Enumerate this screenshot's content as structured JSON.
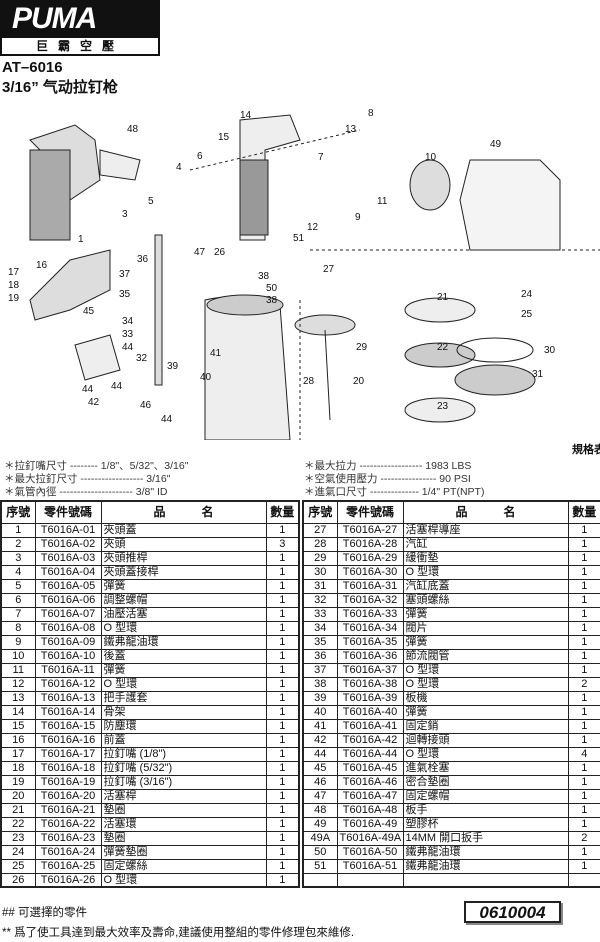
{
  "header": {
    "brand": "PUMA",
    "brand_sub": "巨霸空壓",
    "model": "AT–6016",
    "title": "3/16” 气动拉钉枪"
  },
  "diagram": {
    "labels": [
      "48",
      "14",
      "13",
      "8",
      "15",
      "6",
      "4",
      "7",
      "10",
      "49",
      "5",
      "3",
      "12",
      "11",
      "9",
      "1",
      "51",
      "47",
      "26",
      "36",
      "38",
      "27",
      "50",
      "38",
      "17",
      "18",
      "16",
      "19",
      "37",
      "35",
      "21",
      "24",
      "25",
      "45",
      "34",
      "33",
      "44",
      "32",
      "39",
      "29",
      "22",
      "30",
      "41",
      "40",
      "31",
      "28",
      "20",
      "44",
      "44",
      "42",
      "46",
      "23",
      "44"
    ]
  },
  "spec_tag": "規格表",
  "specs": {
    "left": [
      "＊拉釘嘴尺寸 -------- 1/8\"、5/32\"、3/16\"",
      "＊最大拉釘尺寸 ------------------ 3/16\"",
      "＊氣管內徑 --------------------- 3/8\" ID"
    ],
    "right": [
      "＊最大拉力 ------------------ 1983 LBS",
      "＊空氣使用壓力 ---------------- 90 PSI",
      "＊進氣口尺寸 -------------- 1/4\" PT(NPT)"
    ]
  },
  "table": {
    "headers": [
      "序號",
      "零件號碼",
      "品　　　名",
      "數量"
    ],
    "left": [
      [
        "1",
        "T6016A-01",
        "夾頭蓋",
        "1"
      ],
      [
        "2",
        "T6016A-02",
        "夾頭",
        "3"
      ],
      [
        "3",
        "T6016A-03",
        "夾頭推桿",
        "1"
      ],
      [
        "4",
        "T6016A-04",
        "夾頭蓋接桿",
        "1"
      ],
      [
        "5",
        "T6016A-05",
        "彈簧",
        "1"
      ],
      [
        "6",
        "T6016A-06",
        "調整螺帽",
        "1"
      ],
      [
        "7",
        "T6016A-07",
        "油壓活塞",
        "1"
      ],
      [
        "8",
        "T6016A-08",
        "O 型環",
        "1"
      ],
      [
        "9",
        "T6016A-09",
        "鐵弗龍油環",
        "1"
      ],
      [
        "10",
        "T6016A-10",
        "後蓋",
        "1"
      ],
      [
        "11",
        "T6016A-11",
        "彈簧",
        "1"
      ],
      [
        "12",
        "T6016A-12",
        "O 型環",
        "1"
      ],
      [
        "13",
        "T6016A-13",
        "把手護套",
        "1"
      ],
      [
        "14",
        "T6016A-14",
        "骨架",
        "1"
      ],
      [
        "15",
        "T6016A-15",
        "防塵環",
        "1"
      ],
      [
        "16",
        "T6016A-16",
        "前蓋",
        "1"
      ],
      [
        "17",
        "T6016A-17",
        "拉釘嘴 (1/8\")",
        "1"
      ],
      [
        "18",
        "T6016A-18",
        "拉釘嘴 (5/32\")",
        "1"
      ],
      [
        "19",
        "T6016A-19",
        "拉釘嘴 (3/16\")",
        "1"
      ],
      [
        "20",
        "T6016A-20",
        "活塞桿",
        "1"
      ],
      [
        "21",
        "T6016A-21",
        "墊圈",
        "1"
      ],
      [
        "22",
        "T6016A-22",
        "活塞環",
        "1"
      ],
      [
        "23",
        "T6016A-23",
        "墊圈",
        "1"
      ],
      [
        "24",
        "T6016A-24",
        "彈簧墊圈",
        "1"
      ],
      [
        "25",
        "T6016A-25",
        "固定螺絲",
        "1"
      ],
      [
        "26",
        "T6016A-26",
        "O 型環",
        "1"
      ]
    ],
    "right": [
      [
        "27",
        "T6016A-27",
        "活塞桿導座",
        "1"
      ],
      [
        "28",
        "T6016A-28",
        "汽缸",
        "1"
      ],
      [
        "29",
        "T6016A-29",
        "緩衝墊",
        "1"
      ],
      [
        "30",
        "T6016A-30",
        "O 型環",
        "1"
      ],
      [
        "31",
        "T6016A-31",
        "汽缸底蓋",
        "1"
      ],
      [
        "32",
        "T6016A-32",
        "塞頭螺絲",
        "1"
      ],
      [
        "33",
        "T6016A-33",
        "彈簧",
        "1"
      ],
      [
        "34",
        "T6016A-34",
        "閥片",
        "1"
      ],
      [
        "35",
        "T6016A-35",
        "彈簧",
        "1"
      ],
      [
        "36",
        "T6016A-36",
        "節流閥管",
        "1"
      ],
      [
        "37",
        "T6016A-37",
        "O 型環",
        "1"
      ],
      [
        "38",
        "T6016A-38",
        "O 型環",
        "2"
      ],
      [
        "39",
        "T6016A-39",
        "板機",
        "1"
      ],
      [
        "40",
        "T6016A-40",
        "彈簧",
        "1"
      ],
      [
        "41",
        "T6016A-41",
        "固定銷",
        "1"
      ],
      [
        "42",
        "T6016A-42",
        "迴轉接頭",
        "1"
      ],
      [
        "44",
        "T6016A-44",
        "O 型環",
        "4"
      ],
      [
        "45",
        "T6016A-45",
        "進氣栓塞",
        "1"
      ],
      [
        "46",
        "T6016A-46",
        "密合墊圈",
        "1"
      ],
      [
        "47",
        "T6016A-47",
        "固定螺帽",
        "1"
      ],
      [
        "48",
        "T6016A-48",
        "板手",
        "1"
      ],
      [
        "49",
        "T6016A-49",
        "塑膠杯",
        "1"
      ],
      [
        "49A",
        "T6016A-49A",
        "14MM 開口扳手",
        "2"
      ],
      [
        "50",
        "T6016A-50",
        "鐵弗龍油環",
        "1"
      ],
      [
        "51",
        "T6016A-51",
        "鐵弗龍油環",
        "1"
      ],
      [
        "",
        "",
        "",
        ""
      ]
    ]
  },
  "footer": {
    "note1": "## 可選擇的零件",
    "note2": "** 爲了使工具達到最大效率及壽命,建議使用整組的零件修理包來維修.",
    "code": "0610004"
  }
}
